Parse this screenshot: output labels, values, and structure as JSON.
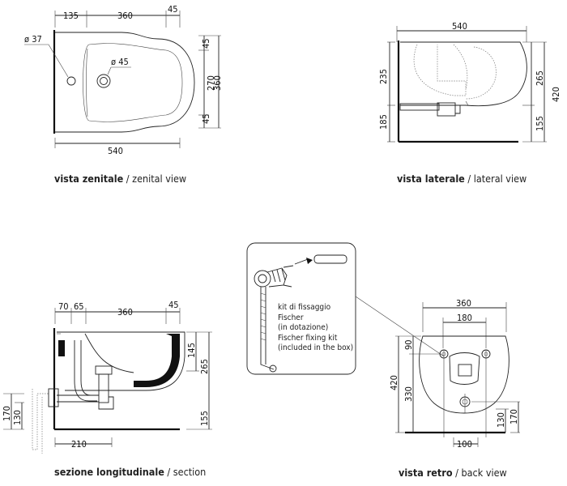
{
  "views": {
    "zenital": {
      "caption_bold": "vista zenitale",
      "caption_rest": " / zenital view",
      "dims": {
        "top_left": "135",
        "top_mid": "360",
        "top_right": "45",
        "dia_left": "ø 37",
        "dia_center": "ø 45",
        "right_45a": "45",
        "right_270": "270",
        "right_45b": "45",
        "right_360": "360",
        "bottom": "540"
      }
    },
    "lateral": {
      "caption_bold": "vista laterale",
      "caption_rest": " / lateral view",
      "dims": {
        "top": "540",
        "left_235": "235",
        "left_185": "185",
        "right_265": "265",
        "right_155": "155",
        "right_420": "420"
      }
    },
    "section": {
      "caption_bold": "sezione longitudinale",
      "caption_rest": " / section",
      "dims": {
        "top_70": "70",
        "top_65": "65",
        "top_360": "360",
        "top_45": "45",
        "right_145": "145",
        "right_265": "265",
        "right_155": "155",
        "left_170": "170",
        "left_130": "130",
        "bottom_210": "210"
      }
    },
    "back": {
      "caption_bold": "vista retro",
      "caption_rest": " / back view",
      "dims": {
        "top_360": "360",
        "top_180": "180",
        "left_90": "90",
        "left_420": "420",
        "left_330": "330",
        "right_130": "130",
        "right_170": "170",
        "bottom_100": "100"
      }
    }
  },
  "fixing_kit": {
    "lines": [
      "kit di fissaggio",
      "Fischer",
      "(in dotazione)",
      "Fischer fixing kit",
      "(included in the box)"
    ]
  }
}
